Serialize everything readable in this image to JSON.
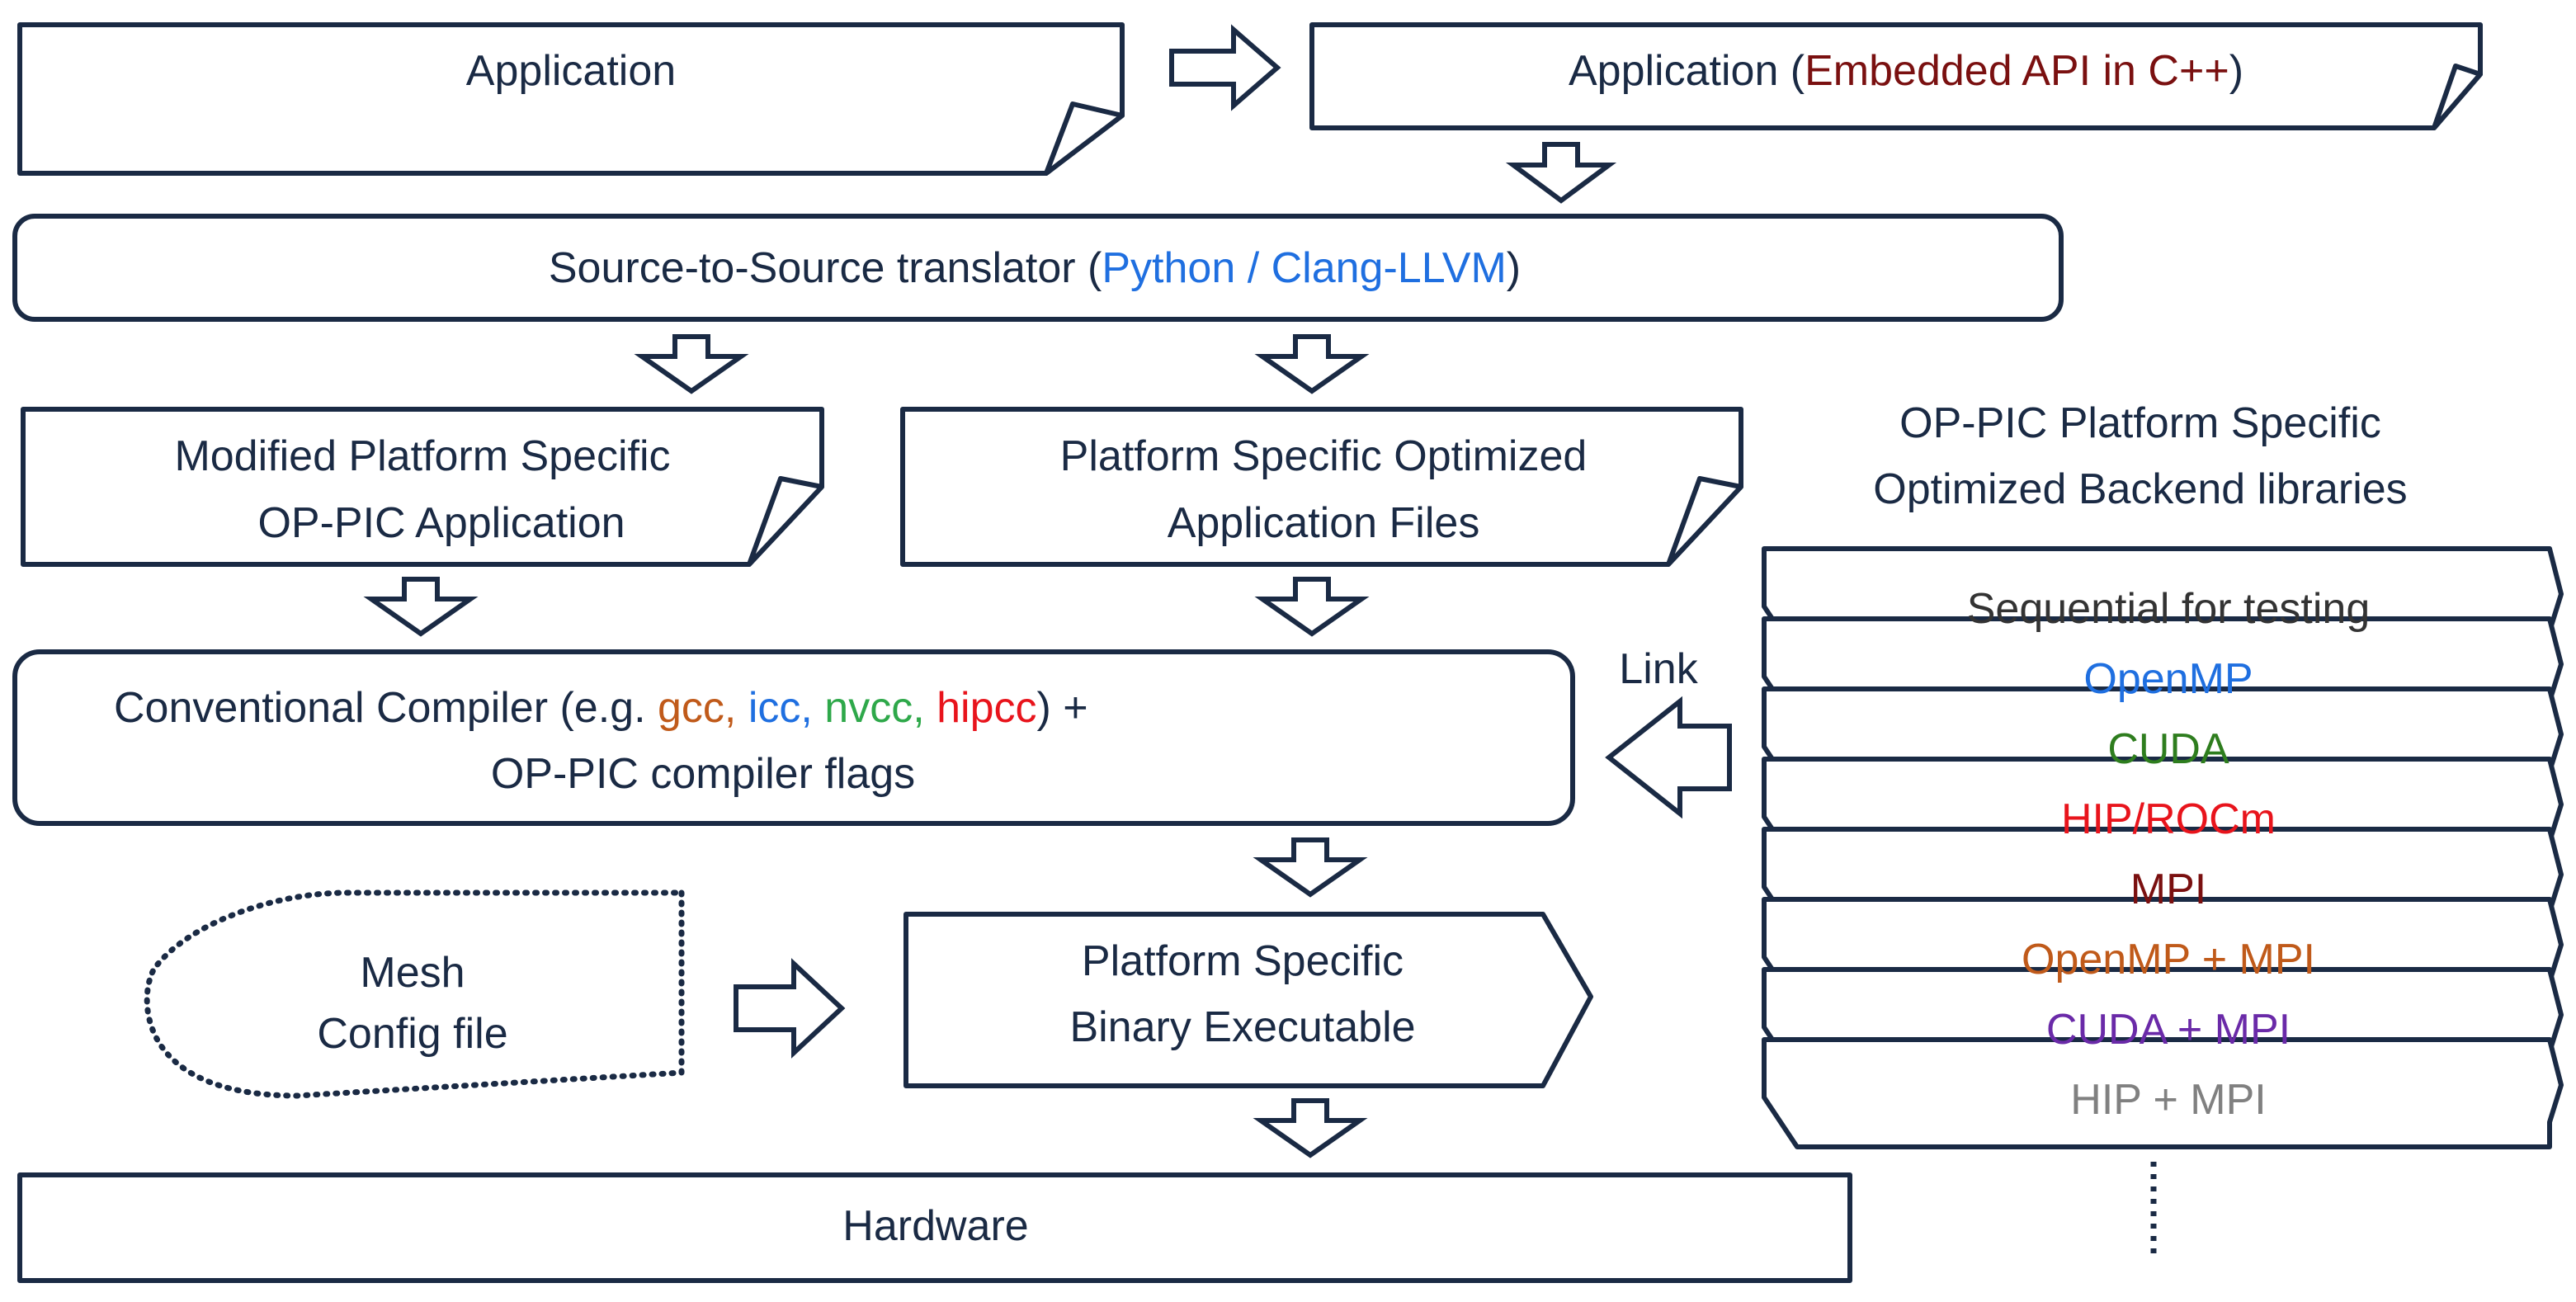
{
  "boxes": {
    "application": "Application",
    "application_embedded": {
      "prefix": "Application (",
      "highlight": "Embedded API in C++",
      "suffix": ")"
    },
    "translator": {
      "prefix": "Source-to-Source translator (",
      "highlight": "Python / Clang-LLVM",
      "suffix": ")"
    },
    "modified_app": {
      "line1": "Modified Platform Specific",
      "line2": "OP-PIC  Application"
    },
    "optimized_files": {
      "line1": "Platform Specific Optimized",
      "line2": "Application Files"
    },
    "compiler": {
      "line1_prefix": "Conventional Compiler (e.g.  ",
      "gcc": "gcc,",
      "icc": " icc,",
      "nvcc": " nvcc,",
      "hipcc": " hipcc",
      "line1_suffix": ") +",
      "line2": "OP-PIC  compiler flags"
    },
    "mesh": {
      "line1": "Mesh",
      "line2": "Config file"
    },
    "binary": {
      "line1": "Platform Specific",
      "line2": "Binary Executable"
    },
    "hardware": "Hardware"
  },
  "backends": {
    "title_line1": "OP-PIC  Platform Specific",
    "title_line2": "Optimized Backend libraries",
    "link_label": "Link",
    "items": [
      {
        "label": "Sequential for testing",
        "color": "#333333"
      },
      {
        "label": "OpenMP",
        "color": "#1f6fe0"
      },
      {
        "label": "CUDA",
        "color": "#2e7d1e"
      },
      {
        "label": "HIP/ROCm",
        "color": "#e8141c"
      },
      {
        "label": "MPI",
        "color": "#7a1010"
      },
      {
        "label": "OpenMP + MPI",
        "color": "#c05a1a"
      },
      {
        "label": "CUDA + MPI",
        "color": "#6a2aa8"
      },
      {
        "label": "HIP + MPI",
        "color": "#808080"
      }
    ]
  },
  "colors": {
    "outline": "#1a2a44",
    "embedded_api": "#7a1010",
    "python_llvm": "#1f6fe0",
    "gcc": "#c05a1a",
    "icc": "#1f6fe0",
    "nvcc": "#2ea84a",
    "hipcc": "#e8141c"
  }
}
